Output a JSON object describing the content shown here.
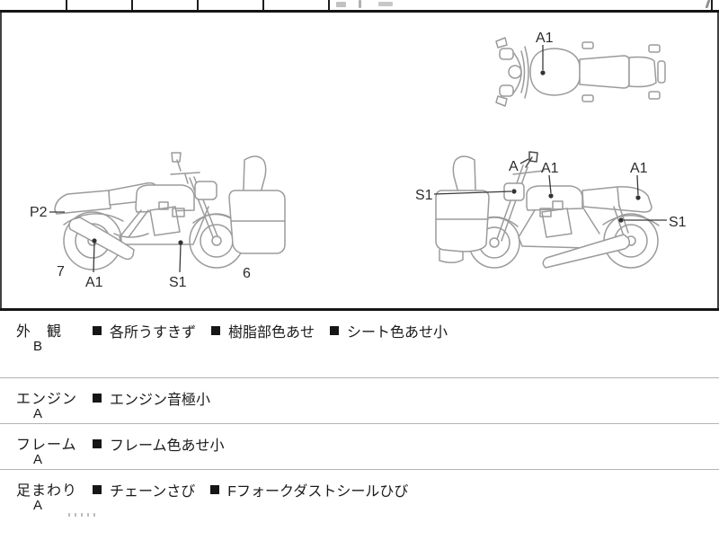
{
  "diagrams": {
    "top_view": {
      "labels": {
        "a1": "A1"
      }
    },
    "left_side": {
      "labels": {
        "p2": "P2",
        "seven": "7",
        "a1": "A1",
        "s1": "S1",
        "six": "6"
      }
    },
    "right_side": {
      "labels": {
        "s1_left": "S1",
        "a": "A",
        "a1_tank": "A1",
        "a1_rear": "A1",
        "s1_right": "S1"
      }
    }
  },
  "inspection": {
    "rows": [
      {
        "category": "外　観",
        "grade": "B",
        "items": [
          "各所うすきず",
          "樹脂部色あせ",
          "シート色あせ小"
        ]
      },
      {
        "category": "エンジン",
        "grade": "A",
        "items": [
          "エンジン音極小"
        ]
      },
      {
        "category": "フレーム",
        "grade": "A",
        "items": [
          "フレーム色あせ小"
        ]
      },
      {
        "category": "足まわり",
        "grade": "A",
        "items": [
          "チェーンさび",
          "Fフォークダストシールひび"
        ]
      }
    ]
  },
  "colors": {
    "line_art": "#9b9b9b",
    "annotation": "#2b2b2b",
    "thick_rule": "#161616",
    "divider": "#b3b3b3"
  }
}
